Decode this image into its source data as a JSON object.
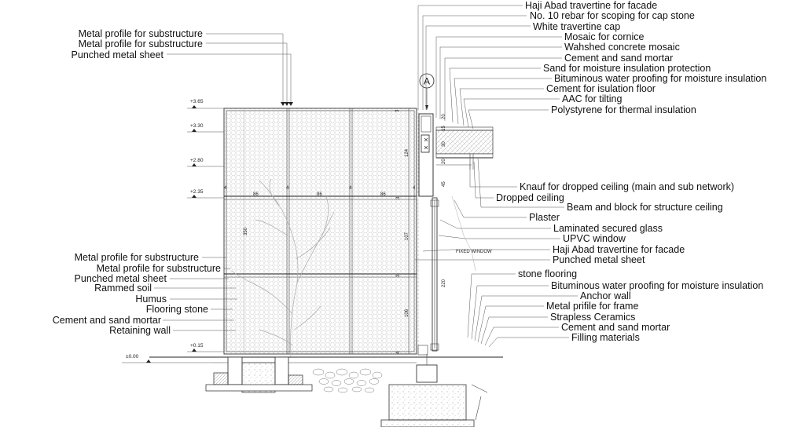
{
  "labels_right": [
    "Haji Abad travertine for facade",
    "No. 10 rebar for scoping for cap stone",
    "White travertine cap",
    "Mosaic for cornice",
    "Wahshed concrete mosaic",
    "Cement and sand mortar",
    "Sand for moisture insulation protection",
    "Bituminous water proofing for moisture insulation",
    "Cement for isulation floor",
    "AAC for tilting",
    "Polystyrene for thermal insulation",
    "Knauf for dropped ceiling (main and sub network)",
    "Dropped ceiling",
    "Beam and block for structure ceiling",
    "Plaster",
    "Laminated secured glass",
    "UPVC window",
    "Haji Abad travertine for facade",
    "Punched metal sheet",
    "stone flooring",
    "Bituminous water proofing for moisture insulation",
    "Anchor wall",
    "Metal prifile for frame",
    "Strapless Ceramics",
    "Cement and sand mortar",
    "Filling materials"
  ],
  "labels_left_top": [
    "Metal profile for substructure",
    "Metal profile for substructure",
    "Punched metal sheet"
  ],
  "labels_left_bottom": [
    "Metal profile for substructure",
    "Metal profile for substructure",
    "Punched metal sheet",
    "Rammed soil",
    "Humus",
    "Flooring stone",
    "Cement and sand mortar",
    "Retaining wall"
  ],
  "levels": [
    "+3.65",
    "+3.30",
    "+2.80",
    "+2.35",
    "+0.15",
    "±0.00"
  ],
  "section_tag": "A",
  "window_note": "FIXED WINDOW",
  "dimensions": {
    "top_right": [
      "3",
      "20",
      "15",
      "30",
      "20",
      "45",
      "124",
      "3",
      "107",
      "3",
      "220",
      "106",
      "4"
    ],
    "horizontal": [
      "4",
      "86",
      "4",
      "86",
      "4",
      "86",
      "4"
    ],
    "vertical_left": "350"
  }
}
